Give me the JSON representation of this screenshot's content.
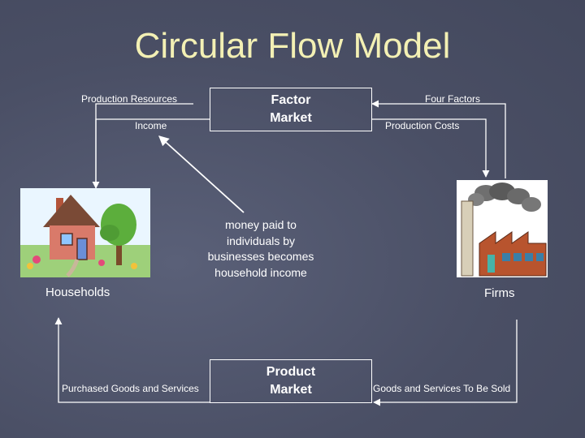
{
  "title": "Circular Flow Model",
  "factor_market": {
    "line1": "Factor",
    "line2": "Market"
  },
  "product_market": {
    "line1": "Product",
    "line2": "Market"
  },
  "labels": {
    "production_resources": "Production Resources",
    "income": "Income",
    "four_factors": "Four Factors",
    "production_costs": "Production Costs",
    "purchased_goods": "Purchased Goods and Services",
    "goods_to_be_sold": "Goods and Services To Be Sold"
  },
  "nodes": {
    "households": "Households",
    "firms": "Firms"
  },
  "note": "money paid to individuals by businesses becomes household income",
  "icons": [
    "house-clipart",
    "factory-clipart"
  ]
}
